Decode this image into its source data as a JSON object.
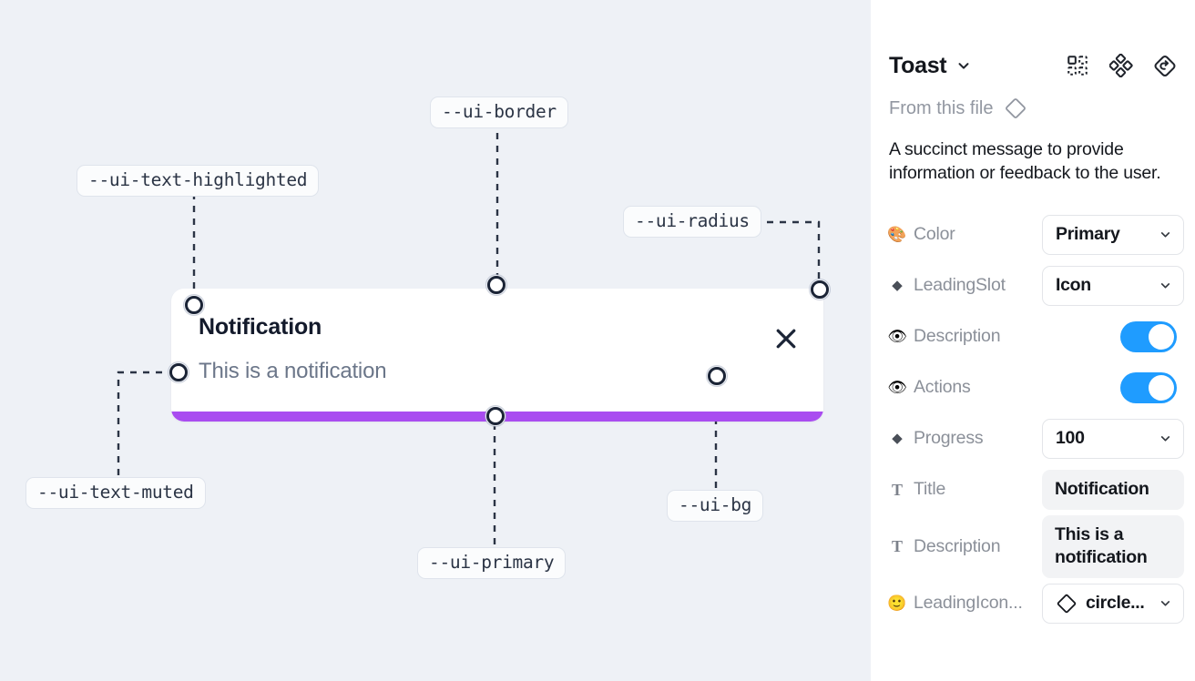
{
  "canvas": {
    "background_color": "#eef1f6",
    "tokens": [
      {
        "id": "ui-text-highlighted",
        "label": "--ui-text-highlighted"
      },
      {
        "id": "ui-border",
        "label": "--ui-border"
      },
      {
        "id": "ui-radius",
        "label": "--ui-radius"
      },
      {
        "id": "ui-text-muted",
        "label": "--ui-text-muted"
      },
      {
        "id": "ui-primary",
        "label": "--ui-primary"
      },
      {
        "id": "ui-bg",
        "label": "--ui-bg"
      }
    ],
    "toast": {
      "title": "Notification",
      "description": "This is a notification",
      "close_icon": "close-icon",
      "progress_color": "#a94cf0",
      "background_color": "#ffffff"
    }
  },
  "panel": {
    "title": "Toast",
    "title_caret_icon": "chevron-down-icon",
    "header_icons": [
      {
        "name": "component-grid-icon"
      },
      {
        "name": "component-set-icon"
      },
      {
        "name": "reset-instance-icon"
      }
    ],
    "from_file": {
      "label": "From this file",
      "icon": "diamond-icon"
    },
    "description": "A succinct message to provide information or feedback to the user.",
    "properties": [
      {
        "icon": "palette-icon",
        "glyph": "🎨",
        "icon_kind": "emoji",
        "label": "Color",
        "control": "select",
        "value": "Primary"
      },
      {
        "icon": "diamond-icon",
        "glyph": "◆",
        "icon_kind": "diamond",
        "label": "LeadingSlot",
        "control": "select",
        "value": "Icon"
      },
      {
        "icon": "eye-icon",
        "glyph": "👁",
        "icon_kind": "emoji",
        "label": "Description",
        "control": "toggle",
        "value": "on"
      },
      {
        "icon": "eye-icon",
        "glyph": "👁",
        "icon_kind": "emoji",
        "label": "Actions",
        "control": "toggle",
        "value": "on"
      },
      {
        "icon": "diamond-icon",
        "glyph": "◆",
        "icon_kind": "diamond",
        "label": "Progress",
        "control": "select",
        "value": "100"
      },
      {
        "icon": "text-glyph-icon",
        "glyph": "T",
        "icon_kind": "tglyph",
        "label": "Title",
        "control": "textfield",
        "value": "Notification"
      },
      {
        "icon": "text-glyph-icon",
        "glyph": "T",
        "icon_kind": "tglyph",
        "label": "Description",
        "control": "textfield",
        "value": "This is a notification"
      },
      {
        "icon": "smiley-icon",
        "glyph": "🙂",
        "icon_kind": "emoji",
        "label": "LeadingIcon...",
        "control": "select-icon",
        "value": "circle..."
      }
    ]
  },
  "colors": {
    "accent_toggle": "#1f9cff",
    "primary_token": "#a94cf0",
    "canvas_bg": "#eef1f6",
    "chip_border": "#dfe4ec",
    "annotation_line": "#2b3445"
  }
}
